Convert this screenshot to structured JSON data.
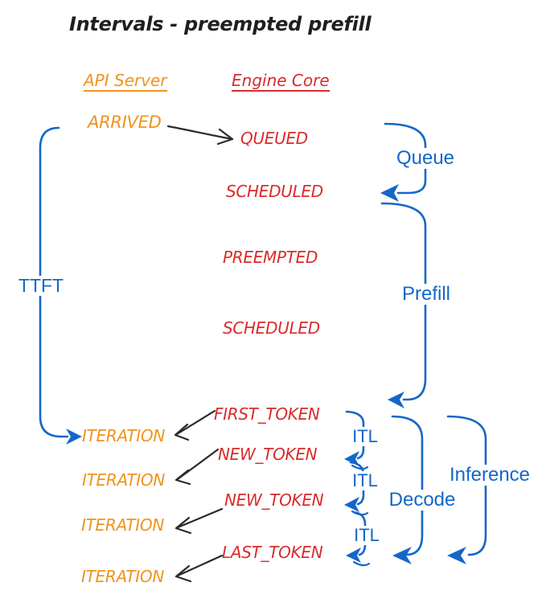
{
  "title": "Intervals - preempted prefill",
  "colors": {
    "orange": "#ef931d",
    "red": "#d92b2b",
    "blue": "#1467c8",
    "black": "#1f1f1f"
  },
  "columns": {
    "api_server": "API Server",
    "engine_core": "Engine Core"
  },
  "api_events": {
    "arrived": "ARRIVED",
    "iteration1": "ITERATION",
    "iteration2": "ITERATION",
    "iteration3": "ITERATION",
    "iteration4": "ITERATION"
  },
  "engine_events": {
    "queued": "QUEUED",
    "scheduled1": "SCHEDULED",
    "preempted": "PREEMPTED",
    "scheduled2": "SCHEDULED",
    "first_token": "FIRST_TOKEN",
    "new_token1": "NEW_TOKEN",
    "new_token2": "NEW_TOKEN",
    "last_token": "LAST_TOKEN"
  },
  "intervals": {
    "ttft": "TTFT",
    "queue": "Queue",
    "prefill": "Prefill",
    "itl1": "ITL",
    "itl2": "ITL",
    "itl3": "ITL",
    "decode": "Decode",
    "inference": "Inference"
  }
}
